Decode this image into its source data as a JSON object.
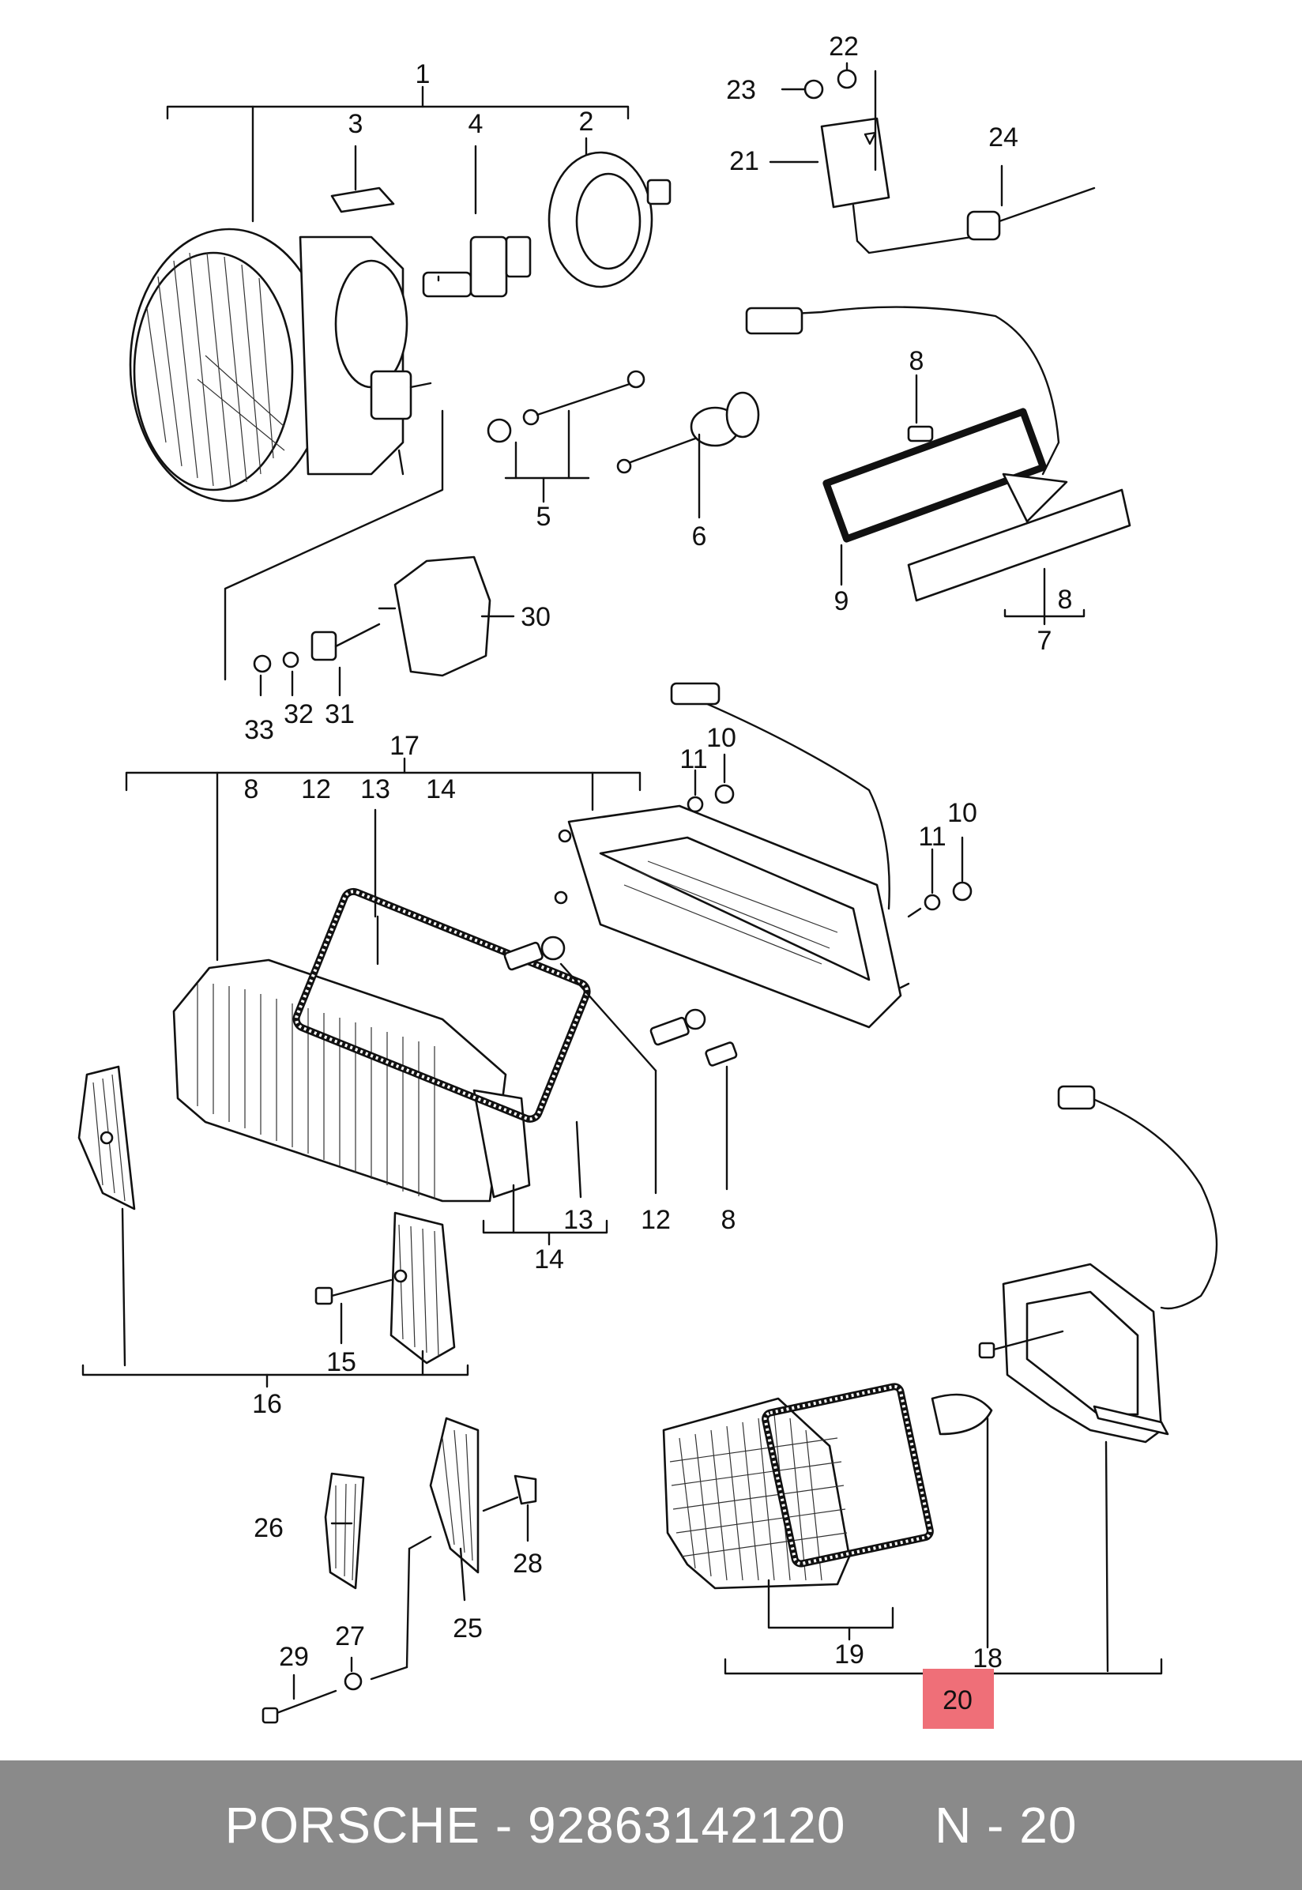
{
  "callouts": {
    "c1": "1",
    "c2": "2",
    "c3": "3",
    "c4": "4",
    "c5": "5",
    "c6": "6",
    "c7": "7",
    "c8a": "8",
    "c8b": "8",
    "c8c": "8",
    "c8d": "8",
    "c9": "9",
    "c10a": "10",
    "c10b": "10",
    "c11a": "11",
    "c11b": "11",
    "c12a": "12",
    "c12b": "12",
    "c13a": "13",
    "c13b": "13",
    "c14a": "14",
    "c14b": "14",
    "c15": "15",
    "c16": "16",
    "c17": "17",
    "c18": "18",
    "c19": "19",
    "c20": "20",
    "c21": "21",
    "c22": "22",
    "c23": "23",
    "c24": "24",
    "c25": "25",
    "c26": "26",
    "c27": "27",
    "c28": "28",
    "c29": "29",
    "c30": "30",
    "c31": "31",
    "c32": "32",
    "c33": "33",
    "c8e": "8"
  },
  "highlight_color": "#ef6f78",
  "footer": {
    "brand": "PORSCHE - 92863142120",
    "ref": "N - 20"
  }
}
